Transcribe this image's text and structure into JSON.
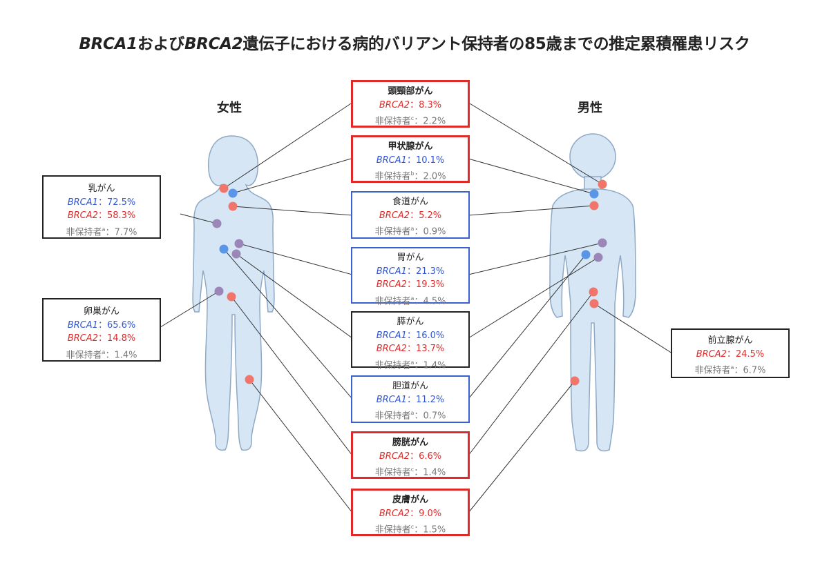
{
  "title": {
    "b1": "BRCA1",
    "t1": "および",
    "b2": "BRCA2",
    "t2": "遺伝子における病的バリアント保持者の85歳までの推定累積罹患リスク"
  },
  "labels": {
    "female": "女性",
    "male": "男性"
  },
  "colors": {
    "brca1": "#2f55d4",
    "brca2": "#e02a2a",
    "noncarrier": "#777777",
    "mixed_dot": "#9b86b8",
    "body_fill": "#d6e6f5",
    "body_stroke": "#8fa8c4"
  },
  "boxes": [
    {
      "id": "head-neck",
      "name": "頭頸部がん",
      "rows": [
        {
          "gene": "BRCA2",
          "sep": "：",
          "value": "8.3%"
        },
        {
          "gene": "非保持者",
          "sup": "c",
          "sep": "：",
          "value": "2.2%"
        }
      ]
    },
    {
      "id": "thyroid",
      "name": "甲状腺がん",
      "rows": [
        {
          "gene": "BRCA1",
          "sep": "：",
          "value": "10.1%"
        },
        {
          "gene": "非保持者",
          "sup": "b",
          "sep": "：",
          "value": "2.0%"
        }
      ]
    },
    {
      "id": "esophagus",
      "name": "食道がん",
      "rows": [
        {
          "gene": "BRCA2",
          "sep": "：",
          "value": "5.2%"
        },
        {
          "gene": "非保持者",
          "sup": "a",
          "sep": "：",
          "value": "0.9%"
        }
      ]
    },
    {
      "id": "stomach",
      "name": "胃がん",
      "rows": [
        {
          "gene": "BRCA1",
          "sep": "：",
          "value": "21.3%"
        },
        {
          "gene": "BRCA2",
          "sep": "：",
          "value": "19.3%"
        },
        {
          "gene": "非保持者",
          "sup": "a",
          "sep": "：",
          "value": "4.5%"
        }
      ]
    },
    {
      "id": "pancreas",
      "name": "膵がん",
      "rows": [
        {
          "gene": "BRCA1",
          "sep": "：",
          "value": "16.0%"
        },
        {
          "gene": "BRCA2",
          "sep": "：",
          "value": "13.7%"
        },
        {
          "gene": "非保持者",
          "sup": "a",
          "sep": "：",
          "value": "1.4%"
        }
      ]
    },
    {
      "id": "biliary",
      "name": "胆道がん",
      "rows": [
        {
          "gene": "BRCA1",
          "sep": "：",
          "value": "11.2%"
        },
        {
          "gene": "非保持者",
          "sup": "a",
          "sep": "：",
          "value": "0.7%"
        }
      ]
    },
    {
      "id": "bladder",
      "name": "膀胱がん",
      "rows": [
        {
          "gene": "BRCA2",
          "sep": "：",
          "value": "6.6%"
        },
        {
          "gene": "非保持者",
          "sup": "c",
          "sep": "：",
          "value": "1.4%"
        }
      ]
    },
    {
      "id": "skin",
      "name": "皮膚がん",
      "rows": [
        {
          "gene": "BRCA2",
          "sep": "：",
          "value": "9.0%"
        },
        {
          "gene": "非保持者",
          "sup": "c",
          "sep": "：",
          "value": "1.5%"
        }
      ]
    },
    {
      "id": "breast",
      "name": "乳がん",
      "rows": [
        {
          "gene": "BRCA1",
          "sep": "：",
          "value": "72.5%"
        },
        {
          "gene": "BRCA2",
          "sep": "：",
          "value": "58.3%"
        },
        {
          "gene": "非保持者",
          "sup": "a",
          "sep": "：",
          "value": "7.7%"
        }
      ]
    },
    {
      "id": "ovary",
      "name": "卵巣がん",
      "rows": [
        {
          "gene": "BRCA1",
          "sep": "：",
          "value": "65.6%"
        },
        {
          "gene": "BRCA2",
          "sep": "：",
          "value": "14.8%"
        },
        {
          "gene": "非保持者",
          "sup": "a",
          "sep": "：",
          "value": "1.4%"
        }
      ]
    },
    {
      "id": "prostate",
      "name": "前立腺がん",
      "rows": [
        {
          "gene": "BRCA2",
          "sep": "：",
          "value": "24.5%"
        },
        {
          "gene": "非保持者",
          "sup": "a",
          "sep": "：",
          "value": "6.7%"
        }
      ]
    }
  ]
}
